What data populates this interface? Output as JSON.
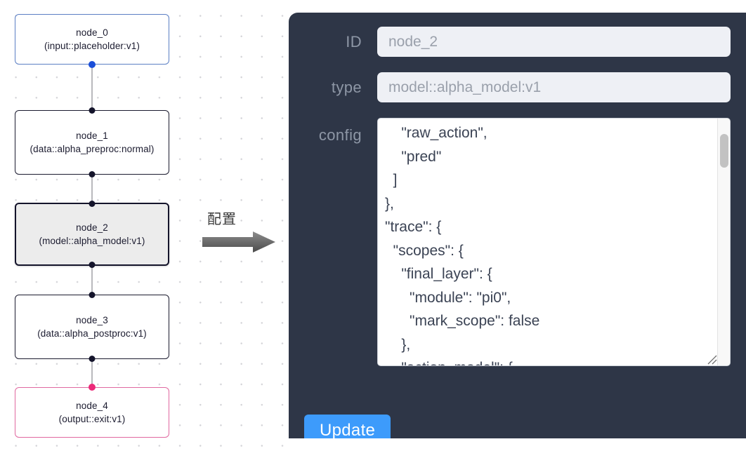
{
  "graph": {
    "nodes": [
      {
        "id": "node_0",
        "type": "(input::placeholder:v1)",
        "role": "input",
        "selected": false
      },
      {
        "id": "node_1",
        "type": "(data::alpha_preproc:normal)",
        "role": "default",
        "selected": false
      },
      {
        "id": "node_2",
        "type": "(model::alpha_model:v1)",
        "role": "default",
        "selected": true
      },
      {
        "id": "node_3",
        "type": "(data::alpha_postproc:v1)",
        "role": "default",
        "selected": false
      },
      {
        "id": "node_4",
        "type": "(output::exit:v1)",
        "role": "output",
        "selected": false
      }
    ],
    "colors": {
      "input_border": "#5b7fc4",
      "output_border": "#e068a0",
      "default_border": "#1b1b2f",
      "selected_fill": "#ececec",
      "input_handle": "#1a4ed8",
      "output_handle": "#ec2a79",
      "edge": "#b9b9bd"
    }
  },
  "annotation": {
    "label": "配置",
    "arrow": "right-arrow-icon"
  },
  "panel": {
    "accent": "#3d9bfb",
    "background": "#2e3647",
    "fields": [
      {
        "label": "ID",
        "value": "node_2"
      },
      {
        "label": "type",
        "value": "model::alpha_model:v1"
      }
    ],
    "config": {
      "label": "config",
      "value": "    \"raw_action\",\n    \"pred\"\n  ]\n},\n\"trace\": {\n  \"scopes\": {\n    \"final_layer\": {\n      \"module\": \"pi0\",\n      \"mark_scope\": false\n    },\n    \"action_model\": {"
    },
    "update_label": "Update"
  }
}
